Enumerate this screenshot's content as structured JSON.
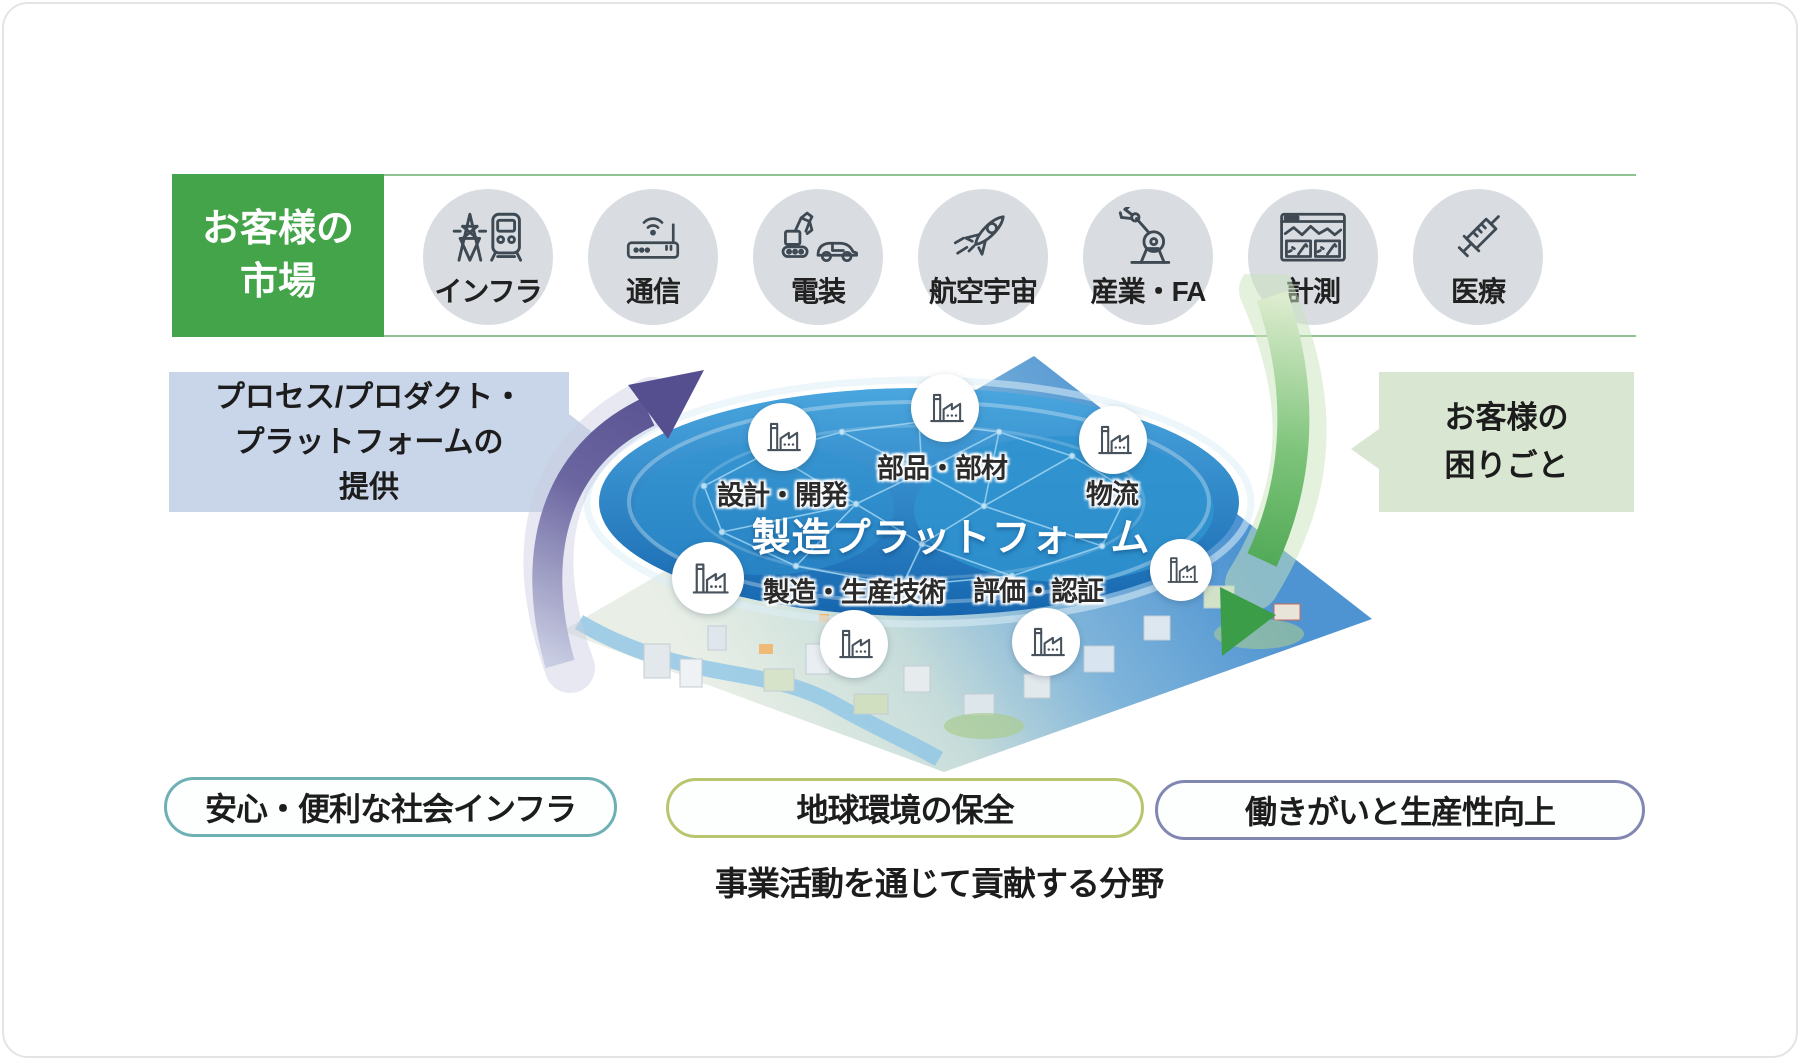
{
  "market": {
    "label_line1": "お客様の",
    "label_line2": "市場",
    "items": [
      {
        "label": "インフラ",
        "icon": "infrastructure-icon"
      },
      {
        "label": "通信",
        "icon": "communications-icon"
      },
      {
        "label": "電装",
        "icon": "automotive-electronics-icon"
      },
      {
        "label": "航空宇宙",
        "icon": "aerospace-icon"
      },
      {
        "label": "産業・FA",
        "icon": "industrial-fa-icon"
      },
      {
        "label": "計測",
        "icon": "measurement-icon"
      },
      {
        "label": "医療",
        "icon": "medical-icon"
      }
    ]
  },
  "left_callout": {
    "line1": "プロセス/プロダクト・",
    "line2": "プラットフォームの",
    "line3": "提供"
  },
  "right_callout": {
    "line1": "お客様の",
    "line2": "困りごと"
  },
  "platform": {
    "title": "製造プラットフォーム",
    "nodes": [
      {
        "label": "設計・開発",
        "icon": "factory-icon"
      },
      {
        "label": "部品・部材",
        "icon": "factory-icon"
      },
      {
        "label": "物流",
        "icon": "factory-icon"
      },
      {
        "label": "製造・生産技術",
        "icon": "factory-icon"
      },
      {
        "label": "評価・認証",
        "icon": "factory-icon"
      }
    ]
  },
  "contribution": {
    "pills": [
      {
        "label": "安心・便利な社会インフラ",
        "border_color": "#6fb0b5"
      },
      {
        "label": "地球環境の保全",
        "border_color": "#b9c56f"
      },
      {
        "label": "働きがいと生産性向上",
        "border_color": "#8287b2"
      }
    ],
    "caption": "事業活動を通じて貢献する分野"
  },
  "colors": {
    "market_box_green": "#43a449",
    "separator_green": "#8fc391",
    "market_circle_gray": "#d9dde1",
    "left_callout_bg": "#c9d5e8",
    "right_callout_bg": "#d9e6d1",
    "platform_blue": "#1d79bd",
    "arrow_purple": "#554f90",
    "arrow_green": "#3b9d47"
  }
}
